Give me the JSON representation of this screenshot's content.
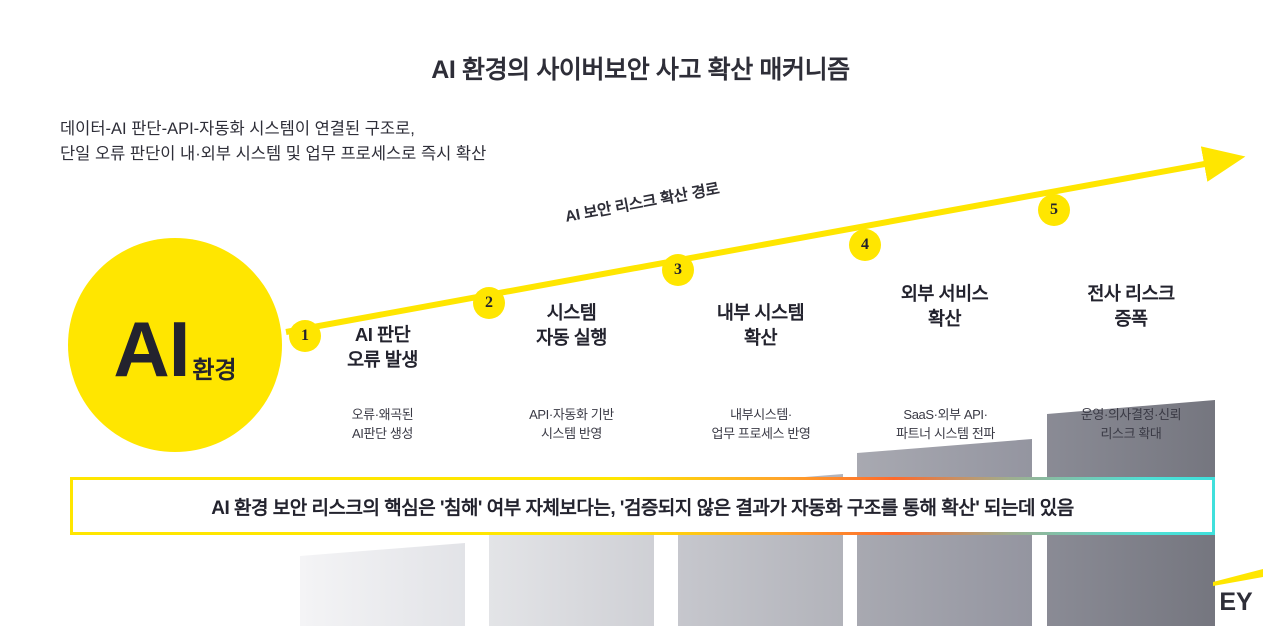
{
  "title": "AI 환경의 사이버보안 사고 확산 매커니즘",
  "subtitle": "데이터-AI 판단-API-자동화 시스템이 연결된 구조로,\n단일 오류 판단이 내·외부 시스템 및 업무 프로세스로 즉시 확산",
  "hub": {
    "main_label": "AI",
    "sub_label": "환경"
  },
  "arrow": {
    "label": "AI 보안 리스크 확산 경로",
    "color": "#FFE600"
  },
  "steps": [
    {
      "number": "1",
      "title": "AI 판단\n오류 발생",
      "caption": "오류·왜곡된\nAI판단 생성",
      "color": "#ececed"
    },
    {
      "number": "2",
      "title": "시스템\n자동 실행",
      "caption": "API·자동화 기반\n시스템 반영",
      "color": "#d9dadd"
    },
    {
      "number": "3",
      "title": "내부 시스템\n확산",
      "caption": "내부시스템·\n업무 프로세스 반영",
      "color": "#bcbdc4"
    },
    {
      "number": "4",
      "title": "외부 서비스\n확산",
      "caption": "SaaS·외부 API·\n파트너 시스템 전파",
      "color": "#9d9ea8"
    },
    {
      "number": "5",
      "title": "전사 리스크\n증폭",
      "caption": "운영·의사결정·신뢰\n리스크 확대",
      "color": "#7d7e88"
    }
  ],
  "callout": {
    "text": "AI 환경 보안 리스크의 핵심은 '침해' 여부 자체보다는, '검증되지 않은 결과가 자동화 구조를 통해 확산' 되는데 있음",
    "border_gradient_start": "#FFE600",
    "border_gradient_mid": "#FF6A2B",
    "border_gradient_end": "#3FE0DC"
  },
  "brand": {
    "name": "EY",
    "beam_color": "#FFE600",
    "text_color": "#2e2e38"
  },
  "chart_data": {
    "type": "bar",
    "title": "AI 환경의 사이버보안 사고 확산 매커니즘",
    "xlabel": "",
    "ylabel": "",
    "categories": [
      "AI 판단 오류 발생",
      "시스템 자동 실행",
      "내부 시스템 확산",
      "외부 서비스 확산",
      "전사 리스크 증폭"
    ],
    "values": [
      1,
      2,
      3,
      4,
      5
    ],
    "grid": false,
    "legend": "none",
    "annotations": [
      "AI 보안 리스크 확산 경로"
    ]
  }
}
